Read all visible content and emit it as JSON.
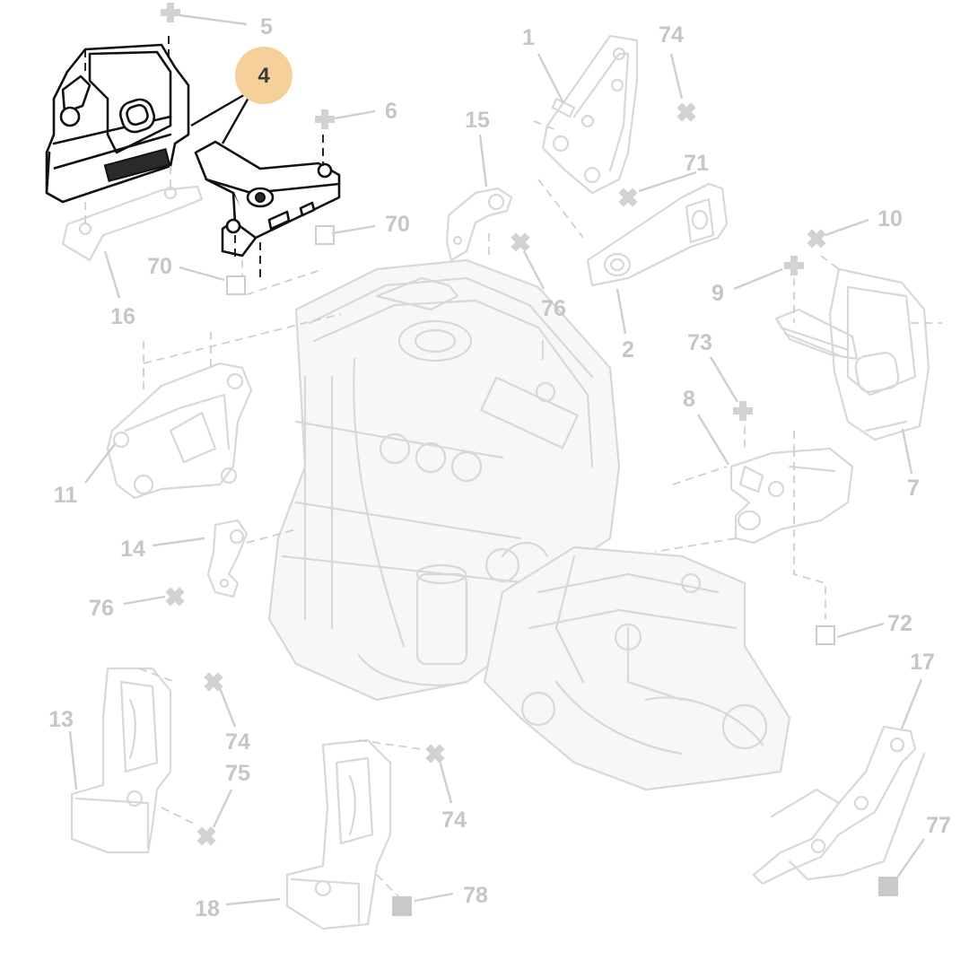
{
  "diagram": {
    "highlight_color": "#f6d09a",
    "highlighted_part": "4",
    "callouts": {
      "c1": "1",
      "c2": "2",
      "c4": "4",
      "c5": "5",
      "c6": "6",
      "c7": "7",
      "c8": "8",
      "c9": "9",
      "c10": "10",
      "c11": "11",
      "c13": "13",
      "c14": "14",
      "c15": "15",
      "c16": "16",
      "c17": "17",
      "c18": "18",
      "c70a": "70",
      "c70b": "70",
      "c71": "71",
      "c72": "72",
      "c73": "73",
      "c74a": "74",
      "c74b": "74",
      "c74c": "74",
      "c75": "75",
      "c76a": "76",
      "c76b": "76",
      "c77": "77",
      "c78": "78"
    }
  }
}
